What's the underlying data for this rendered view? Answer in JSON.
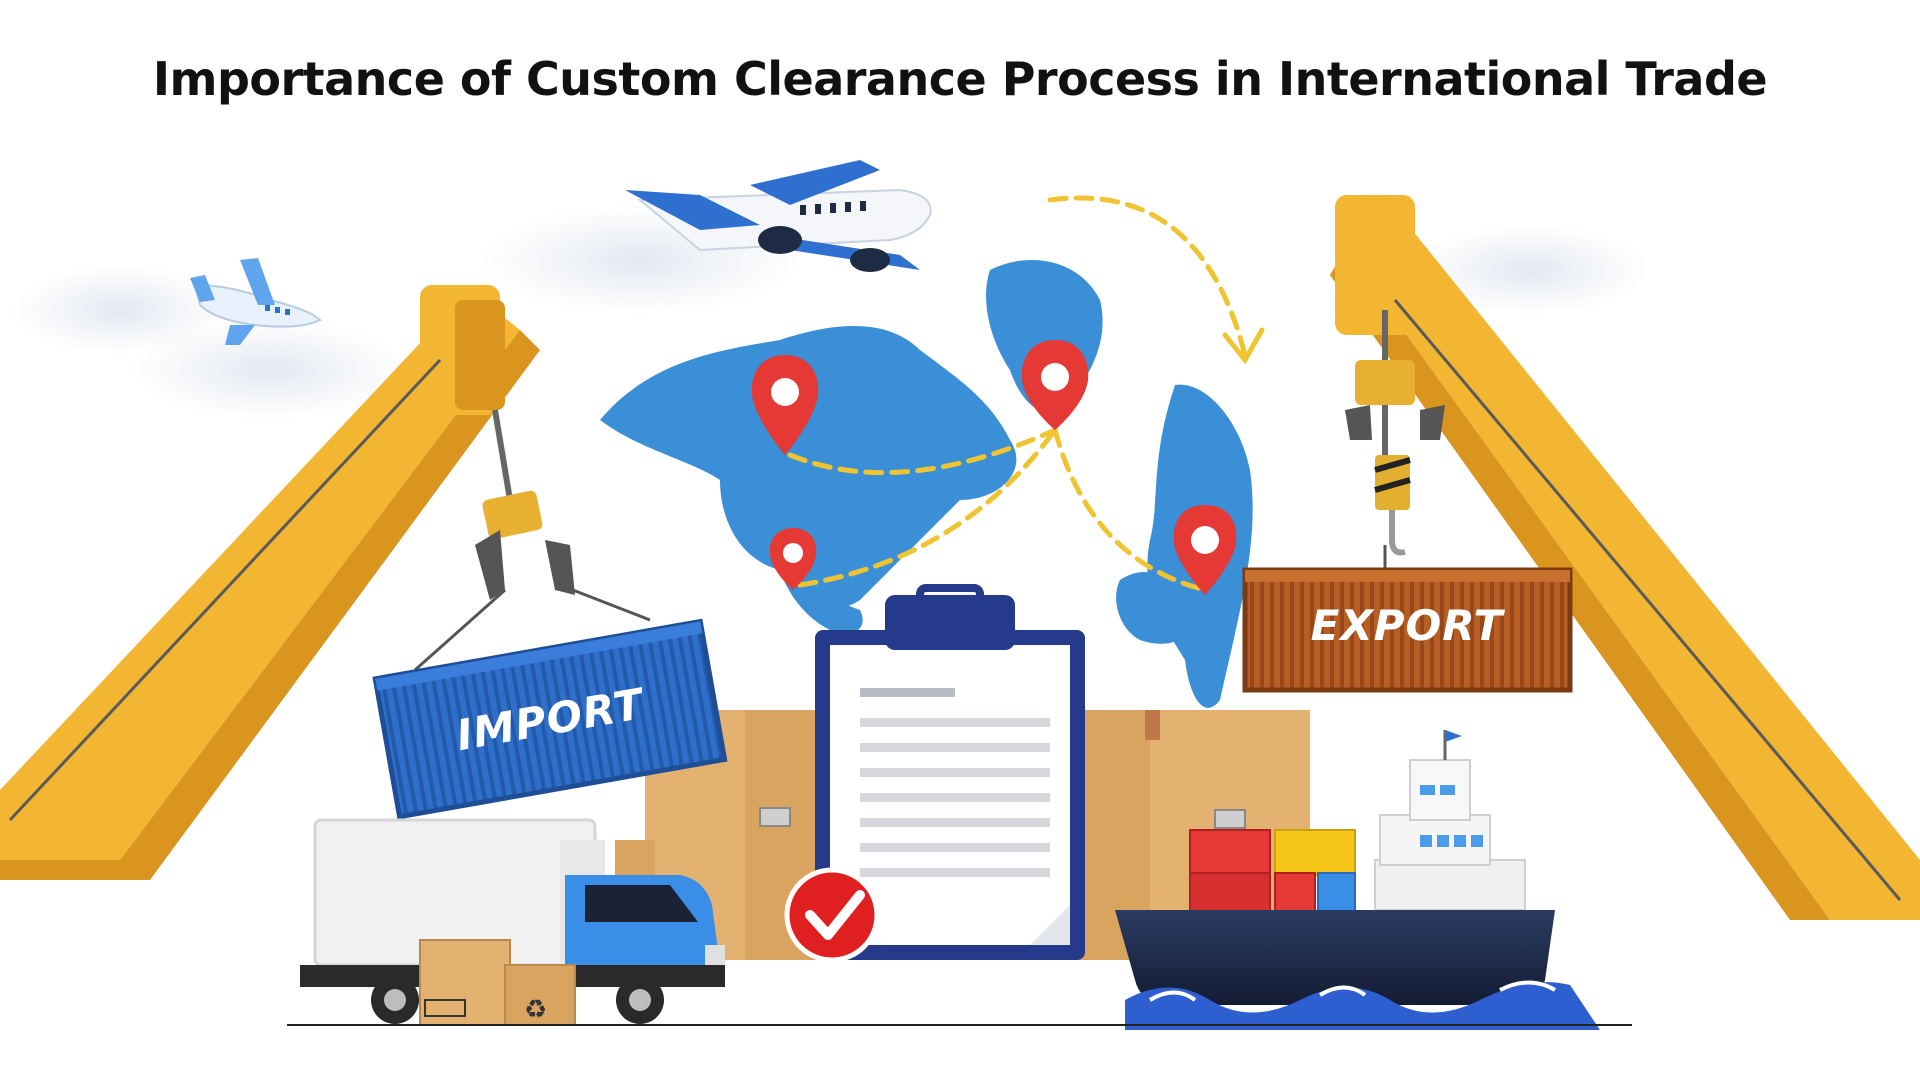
{
  "title": "Importance of Custom Clearance Process in International Trade",
  "labels": {
    "import": "IMPORT",
    "export": "EXPORT"
  },
  "colors": {
    "crane": "#F2B632",
    "crane_dark": "#D9951E",
    "map": "#3B8FD6",
    "pin": "#E53935",
    "dashed_route": "#F0C330",
    "import_container": "#2E6FCC",
    "export_container": "#B85E22",
    "clipboard_frame": "#263A8C",
    "box": "#D9A460",
    "truck_cab": "#3A8EE8",
    "ship_hull": "#1E2C4E",
    "water": "#2E5FD0"
  },
  "icons": [
    "airplane-icon",
    "location-pin-icon",
    "clipboard-icon",
    "checkmark-icon",
    "truck-icon",
    "cargo-ship-icon",
    "crane-icon",
    "cardboard-box-icon",
    "recycle-icon"
  ]
}
